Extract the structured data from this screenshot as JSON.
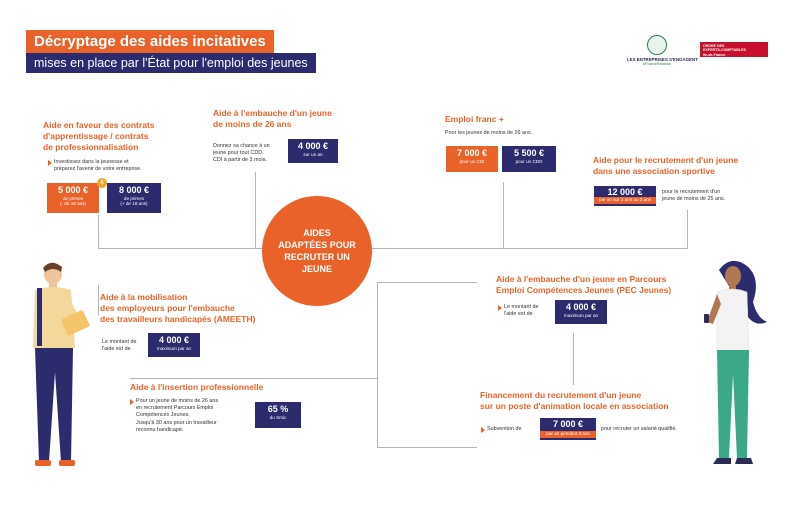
{
  "header": {
    "title_line1": "Décryptage des aides incitatives",
    "title_line2": "mises en place par l'État pour l'emploi des jeunes"
  },
  "logos": {
    "left_line1": "LES ENTREPRISES S'ENGAGENT",
    "left_line2": "#FranceRelance",
    "right_line1": "ORDRE DES",
    "right_line2": "EXPERTS-COMPTABLES",
    "right_line3": "Ile-de-France"
  },
  "center": {
    "line1": "AIDES",
    "line2": "ADAPTÉES POUR",
    "line3": "RECRUTER UN",
    "line4": "JEUNE"
  },
  "sections": {
    "apprentissage": {
      "title_l1": "Aide en faveur des contrats",
      "title_l2": "d'apprentissage / contrats",
      "title_l3": "de professionnalisation",
      "desc_l1": "Investissez dans la jeunesse et",
      "desc_l2": "préparez l'avenir de votre entreprise.",
      "box1_value": "5 000 €",
      "box1_l1": "de primes",
      "box1_l2": "(- de 18 ans)",
      "connector": "À",
      "box2_value": "8 000 €",
      "box2_l1": "de primes",
      "box2_l2": "(+ de 18 ans)"
    },
    "embauche26": {
      "title_l1": "Aide à l'embauche d'un jeune",
      "title_l2": "de moins de 26 ans",
      "desc_l1": "Donnez sa chance à un",
      "desc_l2": "jeune pour tout CDD,",
      "desc_l3": "CDI à partir de 3 mois.",
      "box_value": "4 000 €",
      "box_label": "sur un an"
    },
    "emploifranc": {
      "title": "Emploi franc +",
      "desc": "Pour les jeunes de moins de 26 ans.",
      "box1_value": "7 000 €",
      "box1_label": "pour un CDI",
      "box2_value": "5 500 €",
      "box2_label": "pour un CDD"
    },
    "sportive": {
      "title_l1": "Aide pour le recrutement d'un jeune",
      "title_l2": "dans une association sportive",
      "box_value": "12 000 €",
      "box_label": "par an sur 2 ans ou 3 ans",
      "desc_l1": "pour le recrutement d'un",
      "desc_l2": "jeune de moins de 25 ans."
    },
    "ameeth": {
      "title_l1": "Aide à la mobilisation",
      "title_l2": "des employeurs pour l'embauche",
      "title_l3": "des travailleurs handicapés (AMEETH)",
      "desc_l1": "Le montant de",
      "desc_l2": "l'aide est de",
      "box_value": "4 000 €",
      "box_label": "maximum par an"
    },
    "pec": {
      "title_l1": "Aide à l'embauche d'un jeune en Parcours",
      "title_l2": "Emploi Compétences Jeunes (PEC Jeunes)",
      "desc_l1": "Le montant de",
      "desc_l2": "l'aide est de",
      "box_value": "4 000 €",
      "box_label": "maximum par an"
    },
    "insertion": {
      "title": "Aide à l'insertion professionnelle",
      "desc_l1": "Pour un jeune de moins de 26 ans",
      "desc_l2": "en recrutement Parcours Emploi",
      "desc_l3": "Compétences Jeunes.",
      "desc_l4": "Jusqu'à 30 ans pour un travailleur",
      "desc_l5": "reconnu handicapé.",
      "box_value": "65 %",
      "box_label": "du Smic"
    },
    "animation": {
      "title_l1": "Financement du recrutement d'un jeune",
      "title_l2": "sur un poste d'animation locale en association",
      "desc_pre": "Subvention de",
      "box_value": "7 000 €",
      "box_label": "par an pendant 3 ans",
      "desc_post": "pour recruter un salarié qualifié."
    }
  }
}
